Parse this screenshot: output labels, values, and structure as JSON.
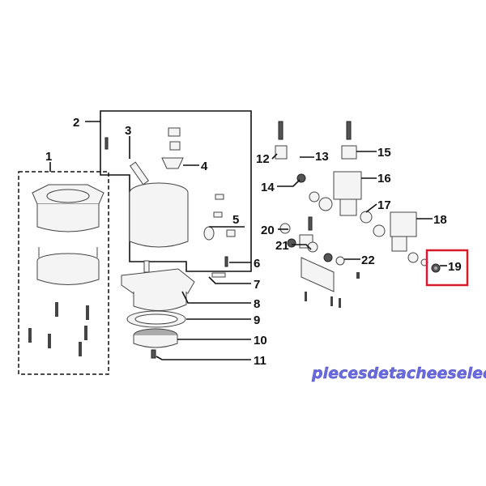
{
  "diagram": {
    "callouts": [
      "1",
      "2",
      "3",
      "4",
      "5",
      "6",
      "7",
      "8",
      "9",
      "10",
      "11",
      "12",
      "13",
      "14",
      "15",
      "16",
      "17",
      "18",
      "19",
      "20",
      "21",
      "22"
    ],
    "highlighted_part": "19",
    "highlight_color": "#d7192b"
  },
  "watermark": "piecesdetacheeselec.com"
}
